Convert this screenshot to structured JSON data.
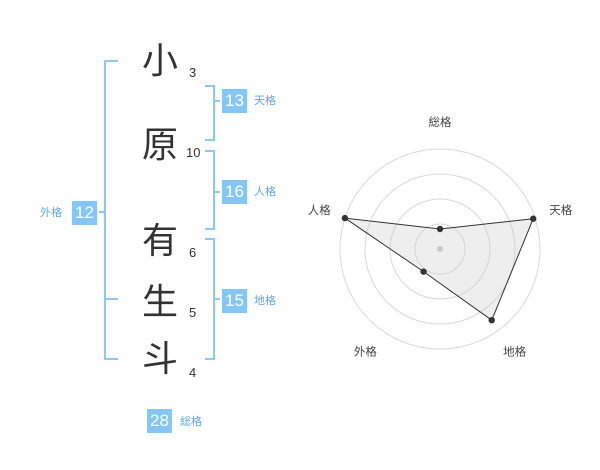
{
  "name": {
    "chars": [
      {
        "char": "小",
        "strokes": "3"
      },
      {
        "char": "原",
        "strokes": "10"
      },
      {
        "char": "有",
        "strokes": "6"
      },
      {
        "char": "生",
        "strokes": "5"
      },
      {
        "char": "斗",
        "strokes": "4"
      }
    ]
  },
  "kakusu": {
    "tenkaku": {
      "value": "13",
      "label": "天格"
    },
    "jinkaku": {
      "value": "16",
      "label": "人格"
    },
    "chikaku": {
      "value": "15",
      "label": "地格"
    },
    "gaikaku": {
      "value": "12",
      "label": "外格"
    },
    "soukaku": {
      "value": "28",
      "label": "総格"
    }
  },
  "colors": {
    "accent": "#84c6f5",
    "bracket": "#8cc8ef",
    "text": "#333333"
  },
  "chart_data": {
    "type": "radar",
    "axes": [
      "総格",
      "天格",
      "地格",
      "外格",
      "人格"
    ],
    "values": [
      0.2,
      0.98,
      0.88,
      0.28,
      1.0
    ],
    "scale_rings": 4,
    "grid": true
  }
}
